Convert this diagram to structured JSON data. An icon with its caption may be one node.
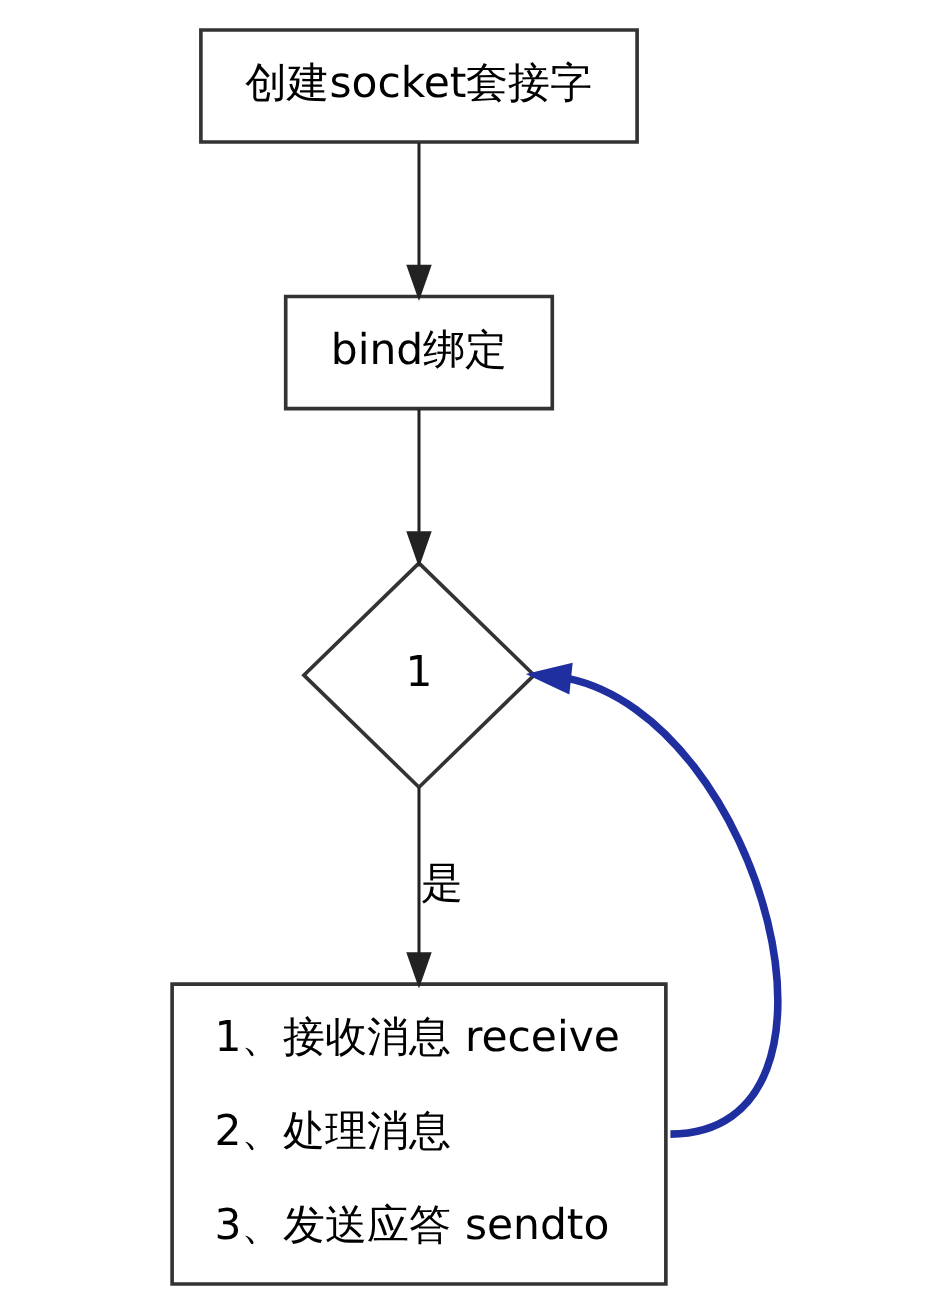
{
  "diagram": {
    "nodes": [
      {
        "text": [
          "创建socket套接字"
        ]
      },
      {
        "text": [
          "bind绑定"
        ]
      },
      {
        "text": [
          "1"
        ]
      },
      {
        "text": [
          "1、接收消息 receive",
          "2、处理消息",
          "3、发送应答 sendto"
        ]
      }
    ],
    "edges": [
      {
        "from": 0,
        "to": 1,
        "arrow": "to"
      },
      {
        "from": 1,
        "to": 2,
        "arrow": "to"
      },
      {
        "from": 2,
        "to": 3,
        "arrow": "to",
        "label": "是"
      },
      {
        "from": 3,
        "to": 2,
        "arrow": "to",
        "style": "thick",
        "color": "#1f2f9f"
      }
    ]
  }
}
